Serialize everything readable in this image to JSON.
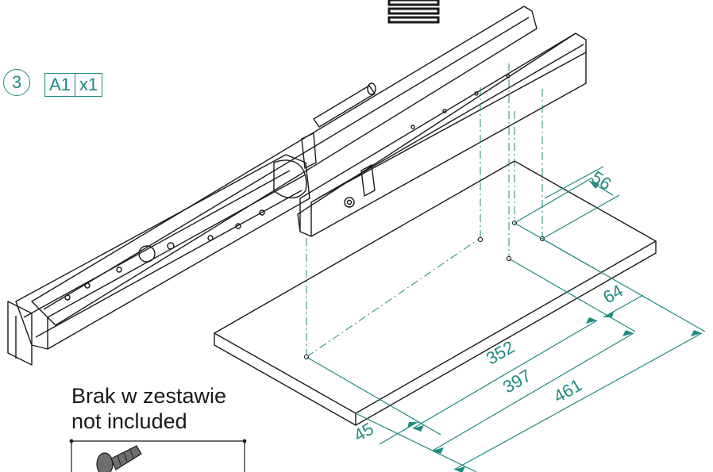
{
  "step": {
    "number": "3"
  },
  "part": {
    "code": "A1",
    "quantity": "x1"
  },
  "note": {
    "line1": "Brak w zestawie",
    "line2": "not included"
  },
  "dimensions": {
    "d56": "56",
    "d64": "64",
    "d352": "352",
    "d397": "397",
    "d461": "461",
    "d45": "45"
  },
  "colors": {
    "accent": "#1f8a80",
    "line": "#1a1a1a"
  },
  "icons": {
    "top": "stack-lines-icon",
    "screw": "screw-icon"
  }
}
